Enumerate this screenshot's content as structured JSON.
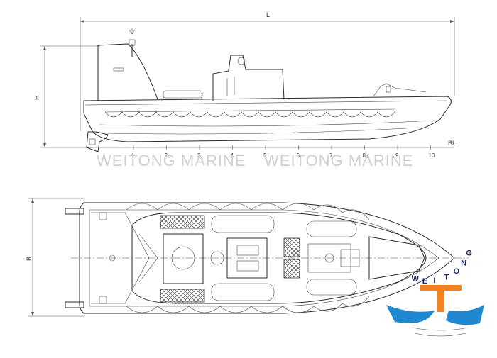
{
  "drawing": {
    "dim_length_label": "L",
    "dim_height_label": "H",
    "dim_beam_label": "B",
    "baseline_label": "BL",
    "station_ticks": [
      "1",
      "2",
      "3",
      "4",
      "5",
      "6",
      "7",
      "8",
      "9",
      "10"
    ],
    "watermark_left": "WEITONG MARINE",
    "watermark_right": "WEITONG MARINE"
  },
  "logo": {
    "letters": [
      "W",
      "E",
      "I",
      "T",
      "O",
      "N",
      "G"
    ],
    "accent_orange": "#f58220",
    "accent_blue": "#1e88d0"
  }
}
